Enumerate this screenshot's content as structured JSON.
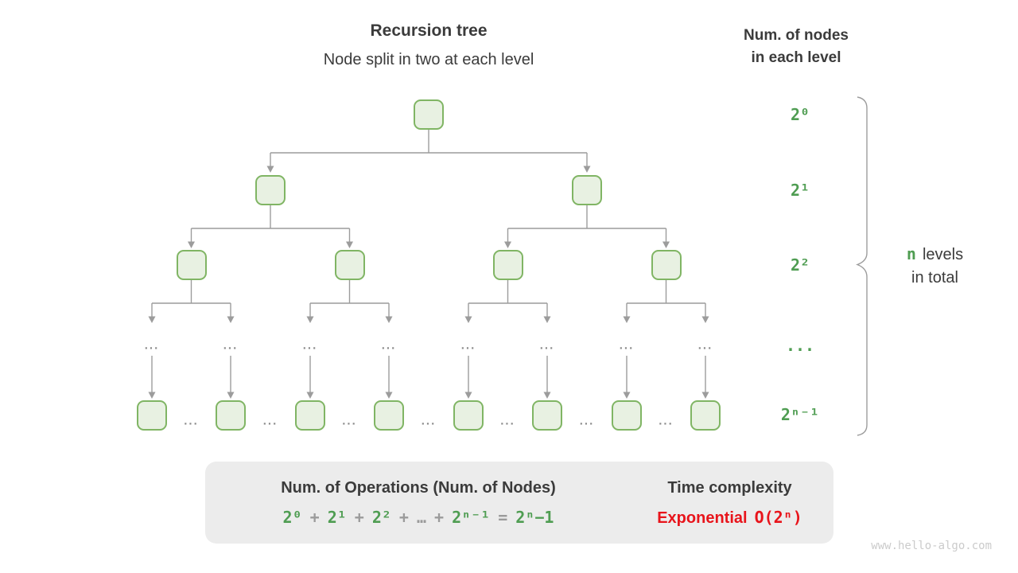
{
  "header": {
    "title": "Recursion tree",
    "subtitle": "Node split in two at each level"
  },
  "right_panel": {
    "title_line1": "Num. of nodes",
    "title_line2": "in each level",
    "levels": [
      "2⁰",
      "2¹",
      "2²",
      "...",
      "2ⁿ⁻¹"
    ],
    "brace_note": {
      "variable": "n",
      "text": "levels",
      "line2": "in total"
    }
  },
  "tree": {
    "ellipsis": "...",
    "node_counts_per_level": [
      1,
      2,
      4,
      "...",
      8
    ]
  },
  "summary": {
    "operations_title": "Num. of Operations (Num. of Nodes)",
    "formula_tokens": [
      {
        "text": "2⁰",
        "color": "green"
      },
      {
        "text": "+",
        "color": "gray"
      },
      {
        "text": "2¹",
        "color": "green"
      },
      {
        "text": "+",
        "color": "gray"
      },
      {
        "text": "2²",
        "color": "green"
      },
      {
        "text": "+",
        "color": "gray"
      },
      {
        "text": "…",
        "color": "gray"
      },
      {
        "text": "+",
        "color": "gray"
      },
      {
        "text": "2ⁿ⁻¹",
        "color": "green"
      },
      {
        "text": "=",
        "color": "gray"
      },
      {
        "text": "2ⁿ−1",
        "color": "green"
      }
    ],
    "time_title": "Time complexity",
    "complexity_word": "Exponential",
    "complexity_value": "O(2ⁿ)"
  },
  "watermark": "www.hello-algo.com",
  "colors": {
    "green": "#4f9d52",
    "red": "#e8141b",
    "text": "#3b3b3b",
    "gray": "#9b9b9b",
    "node_fill": "#e8f1e2",
    "node_border": "#80b564",
    "line": "#9c9c9c",
    "dots": "#8a8a8a",
    "box": "#ececec",
    "watermark": "#cbcbcb",
    "big_arrow": "#b8b8b8"
  }
}
